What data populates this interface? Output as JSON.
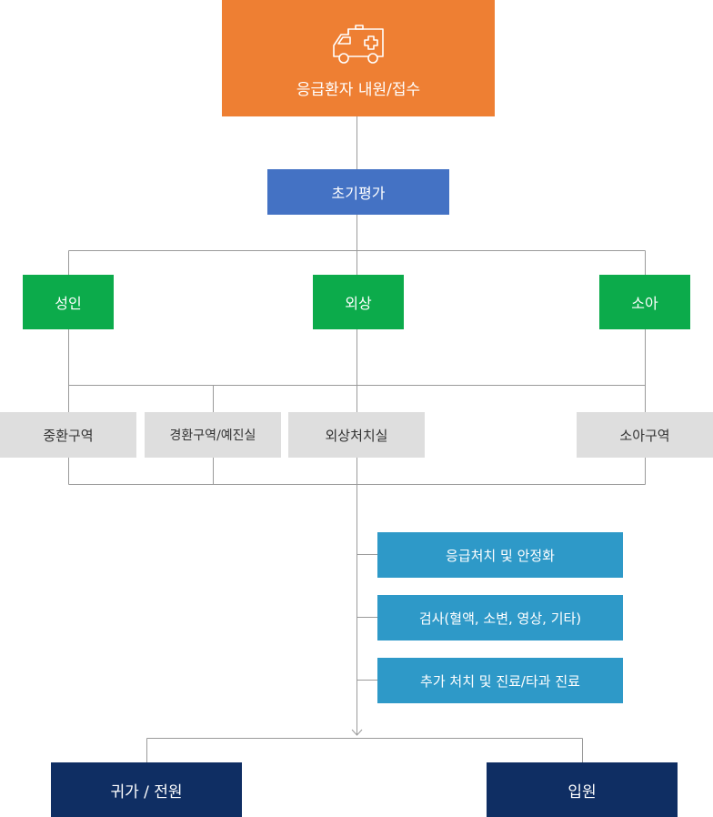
{
  "start": {
    "label": "응급환자 내원/접수",
    "icon": "ambulance-icon"
  },
  "initial": {
    "label": "초기평가"
  },
  "categories": [
    {
      "label": "성인"
    },
    {
      "label": "외상"
    },
    {
      "label": "소아"
    }
  ],
  "zones": [
    {
      "label": "중환구역"
    },
    {
      "label": "경환구역/예진실"
    },
    {
      "label": "외상처치실"
    },
    {
      "label": "소아구역"
    }
  ],
  "steps": [
    {
      "label": "응급처치 및 안정화"
    },
    {
      "label": "검사(혈액, 소변, 영상, 기타)"
    },
    {
      "label": "추가 처치 및 진료/타과 진료"
    }
  ],
  "outcomes": [
    {
      "label": "귀가 / 전원"
    },
    {
      "label": "입원"
    }
  ],
  "colors": {
    "start": "#ee7f33",
    "initial": "#4472c4",
    "category": "#0cab4b",
    "zone": "#dedede",
    "step": "#2e99c8",
    "outcome": "#0f2e63",
    "line": "#9a9a9a"
  }
}
